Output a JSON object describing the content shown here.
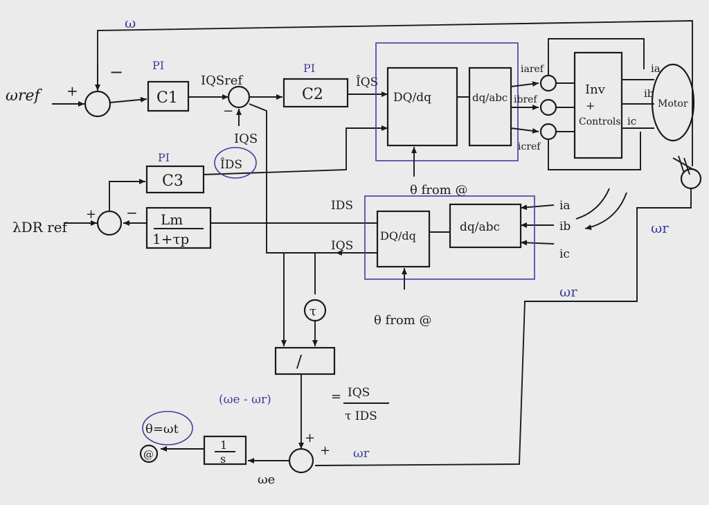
{
  "colors": {
    "ink": "#1a1a1a",
    "blue_ink": "#3c3e9c",
    "paper": "#ebebeb"
  },
  "labels": {
    "omega_top": "ω",
    "omega_ref": "ωref",
    "lambda_ref": "λDR ref",
    "pi1": "PI",
    "pi2": "PI",
    "pi3": "PI",
    "c1": "C1",
    "c2": "C2",
    "c3": "C3",
    "lm_num": "Lm",
    "lm_den": "1+τp",
    "iqs_ref": "IQSref",
    "iqs_hat": "ÎQS",
    "ids_hat": "ÎDS",
    "iqs": "IQS",
    "ids": "IDS",
    "iqs2": "IQS",
    "dq_block1": "DQ/dq",
    "dqabc_block1": "dq/abc",
    "dq_block2": "DQ/dq",
    "dqabc_block2": "dq/abc",
    "theta_from1": "θ from @",
    "theta_from2": "θ from @",
    "ia_ref": "iaref",
    "ib_ref": "ibref",
    "ic_ref": "icref",
    "inv": "Inv",
    "plus_inv": "+",
    "controls": "Controls",
    "ia": "ia",
    "ib": "ib",
    "ic": "ic",
    "motor": "Motor",
    "ia2": "ia",
    "ib2": "ib",
    "ic2": "ic",
    "omega_r1": "ωr",
    "omega_r2": "ωr",
    "omega_r3": "ωr",
    "tau": "τ",
    "div": "/",
    "slip": "(ωe - ωr)",
    "eq_num": "IQS",
    "eq_den": "τ IDS",
    "eq_sign": "=",
    "theta_eq": "θ=ωt",
    "at": "@",
    "int_num": "1",
    "int_den": "s",
    "omega_e": "ωe",
    "plus": "+",
    "minus": "−"
  }
}
